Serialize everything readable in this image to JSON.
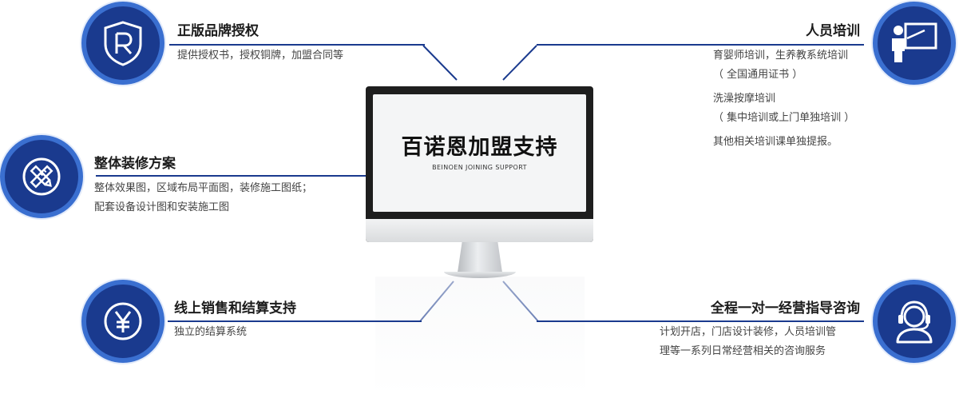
{
  "colors": {
    "circle": "#1a3a8e",
    "ring": "#3a6fd0",
    "rule": "#1a3a8e"
  },
  "center": {
    "title": "百诺恩加盟支持",
    "subtitle": "BEINOEN JOINING SUPPORT"
  },
  "features": {
    "license": {
      "icon": "registered-shield-icon",
      "title": "正版品牌授权",
      "lines": [
        "提供授权书，授权铜牌，加盟合同等"
      ]
    },
    "decoration": {
      "icon": "pencil-ruler-icon",
      "title": "整体装修方案",
      "lines": [
        "整体效果图，区域布局平面图，装修施工图纸；",
        "配套设备设计图和安装施工图"
      ]
    },
    "sales": {
      "icon": "yen-icon",
      "title": "线上销售和结算支持",
      "lines": [
        "独立的结算系统"
      ]
    },
    "training": {
      "icon": "teacher-board-icon",
      "title": "人员培训",
      "lines": [
        "育婴师培训，生养教系统培训",
        "（ 全国通用证书 ）",
        "洗澡按摩培训",
        "（ 集中培训或上门单独培训 ）",
        "其他相关培训课单独提报。"
      ]
    },
    "consulting": {
      "icon": "headset-agent-icon",
      "title": "全程一对一经营指导咨询",
      "lines": [
        "计划开店，门店设计装修，人员培训管",
        "理等一系列日常经营相关的咨询服务"
      ]
    }
  }
}
